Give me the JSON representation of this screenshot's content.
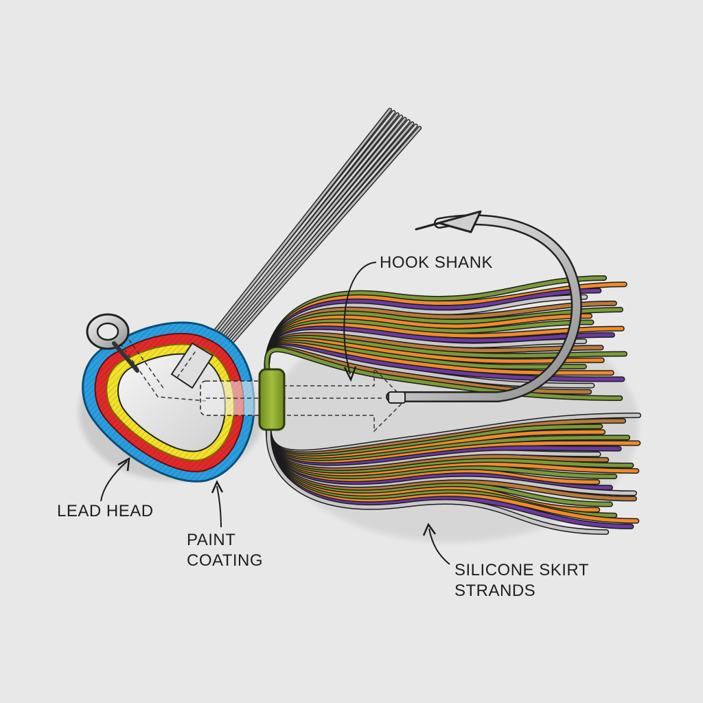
{
  "labels": {
    "hook_shank": "HOOK SHANK",
    "lead_head": "LEAD HEAD",
    "paint_coating_line1": "PAINT",
    "paint_coating_line2": "COATING",
    "skirt_line1": "SILICONE SKIRT",
    "skirt_line2": "STRANDS"
  },
  "colors": {
    "background": "#e8e8e8",
    "paint_blue": "#2a9fe0",
    "paint_red": "#e02a2a",
    "paint_yellow": "#f2e22a",
    "collar_green": "#8aa62e",
    "skirt_green": "#7a9a38",
    "skirt_orange": "#ef8a2a",
    "skirt_purple": "#6a3aa0",
    "skirt_brown": "#b87a3a",
    "metal": "#c8c8c8"
  },
  "icons": [
    "line-tie-eye-icon",
    "weed-guard-icon",
    "hook-icon",
    "arrow-icon"
  ]
}
